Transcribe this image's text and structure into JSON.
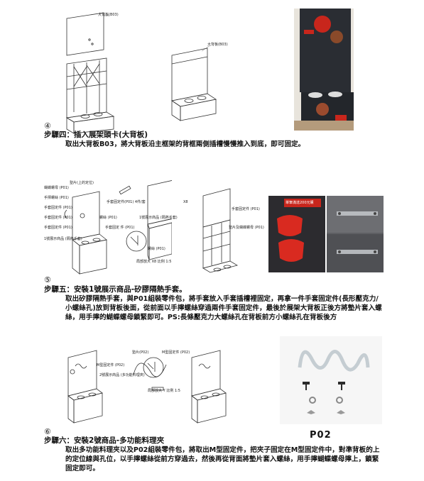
{
  "colors": {
    "ink": "#111111",
    "photo_red": "#c8261c",
    "photo_dark": "#2a2d33",
    "photo_panel": "#5e5f63"
  },
  "step4": {
    "num": "④",
    "title": "步驟四：插入展架頭卡(大背板)",
    "body": "取出大背板B03，將大背板沿主框架的背框兩側插槽慢慢推入到底，即可固定。",
    "labels": {
      "d1": "大背板(B03)",
      "d2": "大背板(B03)"
    }
  },
  "step5": {
    "num": "⑤",
    "title": "步驟五：安裝1號展示商品-矽膠隔熱手套。",
    "body": "取出矽膠隔熱手套，與P01組裝零件包，將手套放入手套插槽裡固定，再拿一件手套固定件(長形壓克力/小螺絲孔)放到背板後面，從前面以手擰螺絲穿過兩件手套固定件，最後於展架大背板正後方將墊片套入螺絲，用手擰的蝴蝶螺母鎖緊即可。PS:長條壓克力大螺絲孔在背板前方小螺絲孔在背板後方",
    "labels": {
      "a": "蝴蝶螺母 (P01)",
      "b": "手擰螺絲 (P01)",
      "c": "手套固定件 (P01)",
      "d": "手套固定件 (P01)",
      "e": "手套固定件 (P01)",
      "f": "1號展示商品 (隔熱手套)",
      "g": "墊片(上的定位)",
      "h": "手套固定件(P01) 4件/套",
      "i": "螺絲 (P01)",
      "j": "手套固定 件 (P01)",
      "k": "1號展示商品 (隔熱手套)",
      "l": "螺絲 (P01)",
      "m": "局部放大 X8 比例 1:5",
      "n": "X8",
      "o": "手套固定件 (P01)",
      "p": "墊片及蝴蝶螺母 (P01)"
    },
    "photo_text": "單筆滿達200元購"
  },
  "step6": {
    "num": "⑥",
    "title": "步驟六：安裝2號商品-多功能料理夾",
    "body": "取出多功能料理夾以及P02組裝零件包，將取出M型固定件，把夾子固定在M型固定件中，對準背板的上的定位線與孔位，以手擰螺絲從前方穿過去，然後再從背面將墊片套入螺絲，用手擰蝴蝶螺母擰上，鎖緊固定即可。",
    "labels": {
      "a": "M型固定件 (P02)",
      "b": "2號展示商品 (多功能料理夾)",
      "c": "墊片(P02)",
      "d": "M型固定件 (P02)",
      "e": "局部放大 Y 比例 1:5"
    },
    "part_label": "P02"
  }
}
